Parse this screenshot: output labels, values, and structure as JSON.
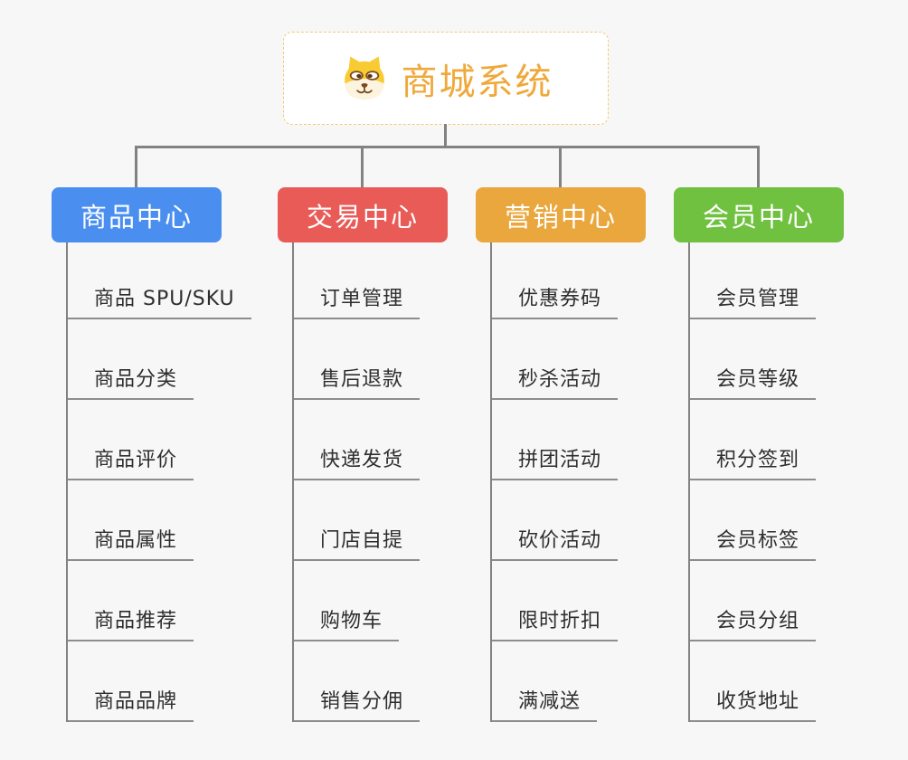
{
  "root": {
    "title": "商城系统",
    "icon": "doge-face-icon"
  },
  "branches": [
    {
      "label": "商品中心",
      "color": "#4A8FF0",
      "children": [
        "商品 SPU/SKU",
        "商品分类",
        "商品评价",
        "商品属性",
        "商品推荐",
        "商品品牌"
      ]
    },
    {
      "label": "交易中心",
      "color": "#E85B57",
      "children": [
        "订单管理",
        "售后退款",
        "快递发货",
        "门店自提",
        "购物车",
        "销售分佣"
      ]
    },
    {
      "label": "营销中心",
      "color": "#E9A73D",
      "children": [
        "优惠券码",
        "秒杀活动",
        "拼团活动",
        "砍价活动",
        "限时折扣",
        "满减送"
      ]
    },
    {
      "label": "会员中心",
      "color": "#6FC13F",
      "children": [
        "会员管理",
        "会员等级",
        "积分签到",
        "会员标签",
        "会员分组",
        "收货地址"
      ]
    }
  ],
  "colors": {
    "background": "#F7F7F7",
    "root_text": "#F0A83A",
    "root_border": "#F5C878",
    "connector": "#828282",
    "underline": "#8D8D8D",
    "child_text": "#2E2E2E",
    "branch_text": "#FFFFFF"
  }
}
